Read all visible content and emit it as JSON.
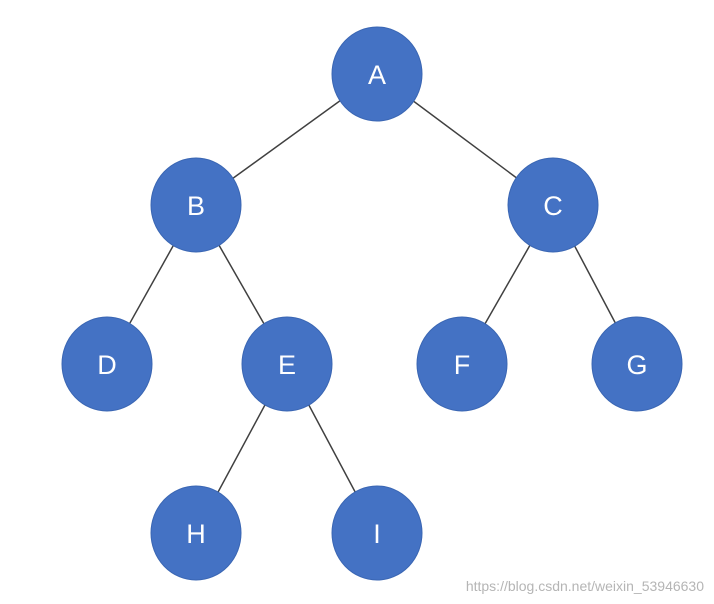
{
  "colors": {
    "node_fill": "#4472c4",
    "node_text": "#ffffff",
    "edge": "#404040",
    "watermark": "#b5b5b5"
  },
  "tree": {
    "nodes": [
      {
        "id": "A",
        "label": "A",
        "depth": 0,
        "order": 4
      },
      {
        "id": "B",
        "label": "B",
        "depth": 1,
        "order": 1
      },
      {
        "id": "C",
        "label": "C",
        "depth": 1,
        "order": 6
      },
      {
        "id": "D",
        "label": "D",
        "depth": 2,
        "order": 0
      },
      {
        "id": "E",
        "label": "E",
        "depth": 2,
        "order": 2
      },
      {
        "id": "F",
        "label": "F",
        "depth": 2,
        "order": 5
      },
      {
        "id": "G",
        "label": "G",
        "depth": 2,
        "order": 7
      },
      {
        "id": "H",
        "label": "H",
        "depth": 3,
        "order": 1
      },
      {
        "id": "I",
        "label": "I",
        "depth": 3,
        "order": 3
      }
    ],
    "edges": [
      [
        "A",
        "B"
      ],
      [
        "A",
        "C"
      ],
      [
        "B",
        "D"
      ],
      [
        "B",
        "E"
      ],
      [
        "E",
        "H"
      ],
      [
        "E",
        "I"
      ],
      [
        "C",
        "F"
      ],
      [
        "C",
        "G"
      ]
    ]
  },
  "watermark": "https://blog.csdn.net/weixin_53946630"
}
